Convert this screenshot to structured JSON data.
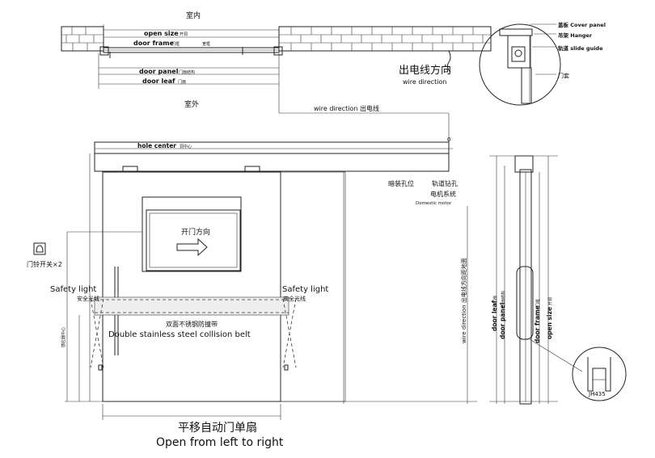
{
  "plan_view": {
    "indoor_label": "室内",
    "outdoor_label": "室外",
    "open_size_label": "open size",
    "open_size_cn": "开洞",
    "door_frame_label": "door frame",
    "door_frame_cn": "门框",
    "door_frame_cn2": "宽框",
    "door_panel_label": "door panel",
    "door_panel_cn": "门扇结构",
    "door_leaf_label": "door leaf",
    "door_leaf_cn": "门扇",
    "wire_direction_cn": "出电线方向",
    "wire_direction_en": "wire direction"
  },
  "detail_top": {
    "cover_panel": "盖板 Cover panel",
    "hanger": "吊架 Hanger",
    "slide_guide": "轨道 slide guide",
    "door_cover": "门套"
  },
  "elevation": {
    "wire_direction_label": "wire direction 出电线",
    "hole_center_label": "hole center",
    "hole_center_cn": "洞中心",
    "conduit_label": "暗装孔位",
    "rail_hole_label": "轨道钻孔",
    "motor_system_cn": "电机系统",
    "motor_system_en": "Domestic motor",
    "open_direction_cn": "开门方向",
    "bell_switch_label": "门铃开关×2",
    "safety_light_left": "Safety light",
    "safety_light_left_cn": "安全光线",
    "safety_light_right": "Safety light",
    "safety_light_right_cn": "安全光线",
    "collision_belt_cn": "双面不锈钢防撞带",
    "collision_belt_en": "Double stainless steel collision belt",
    "height_label": "感应器中心",
    "wire_direction_vertical": "wire direction 出电线方向距地面",
    "marker_zero": "0"
  },
  "side_view": {
    "door_leaf_label": "door leaf",
    "door_leaf_cn": "门扇",
    "door_panel_label": "door panel",
    "door_panel_cn": "门扇结构",
    "door_frame_label": "door frame",
    "door_frame_cn": "门框",
    "open_size_label": "open size",
    "open_size_cn": "开洞",
    "detail_code": "JH435"
  },
  "caption": {
    "title_cn": "平移自动门单扇",
    "title_en": "Open from left to right"
  }
}
